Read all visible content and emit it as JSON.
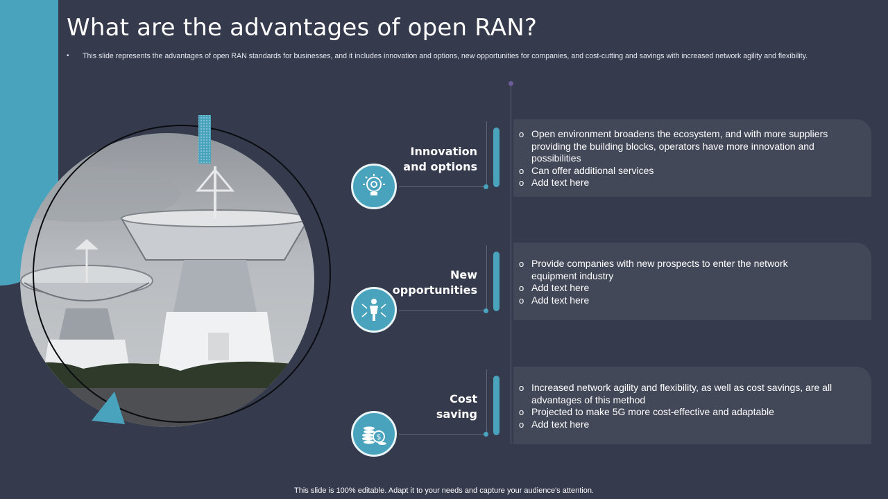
{
  "slide": {
    "title": "What are the advantages of open RAN?",
    "subtitle": "This slide represents the advantages of open RAN standards for businesses, and it includes innovation and options, new opportunities for companies, and cost-cutting and savings with increased network agility and flexibility.",
    "footer": "This slide is 100% editable. Adapt it to your needs and capture your audience's attention."
  },
  "advantages": [
    {
      "title_line1": "Innovation",
      "title_line2": "and options",
      "icon": "lightbulb-gear-icon",
      "points": [
        "Open environment broadens the ecosystem, and with more suppliers providing the building blocks, operators have more innovation and possibilities",
        "Can offer additional services",
        "Add text here"
      ]
    },
    {
      "title_line1": "New",
      "title_line2": "opportunities",
      "icon": "person-arrows-icon",
      "points": [
        "Provide companies with new prospects to enter the network equipment industry",
        "Add text here",
        "Add text here"
      ]
    },
    {
      "title_line1": "Cost",
      "title_line2": "saving",
      "icon": "coins-dollar-icon",
      "points": [
        "Increased network agility and flexibility, as well as cost savings, are all advantages of this method",
        "Projected to make 5G more cost-effective and adaptable",
        "Add text here"
      ]
    }
  ],
  "colors": {
    "background": "#353a4d",
    "accent": "#4aa3bd",
    "card": "#434859"
  }
}
